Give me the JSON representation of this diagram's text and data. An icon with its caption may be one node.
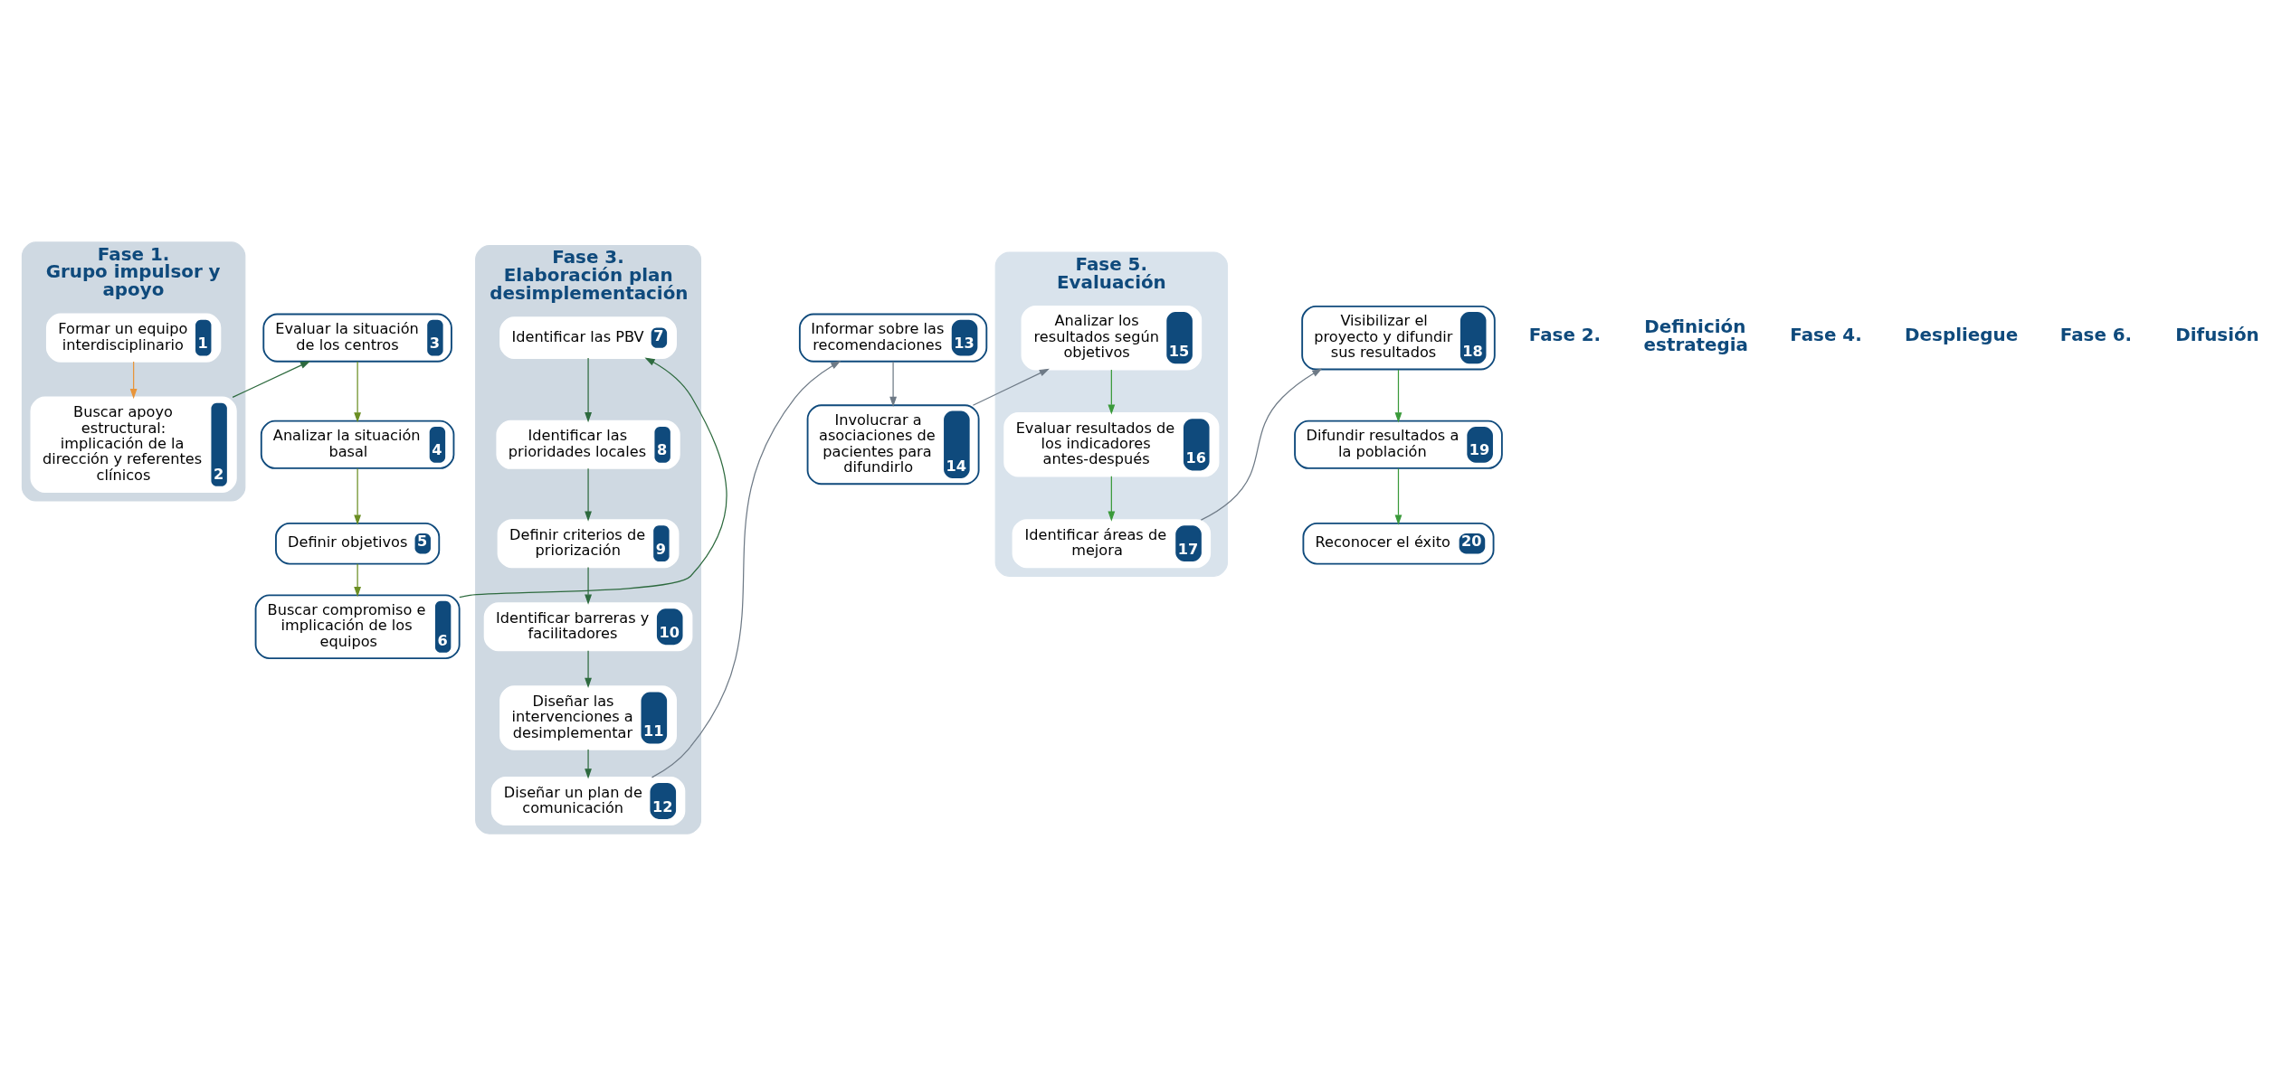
{
  "diagram": {
    "nodes": [
      {
        "text": [
          "Fase 1.",
          "Grupo impulsor y apoyo"
        ]
      },
      {
        "text": [
          "Formar un equipo interdisciplinario",
          "1"
        ],
        "in": 0
      },
      {
        "text": [
          "Buscar apoyo estructural: implicación de la dirección y referentes clínicos",
          "2"
        ],
        "in": 0
      },
      {
        "text": [
          "Evaluar la situación de los centros",
          "3"
        ]
      },
      {
        "text": [
          "Analizar la situación basal",
          "4"
        ]
      },
      {
        "text": [
          "Definir objetivos",
          "5"
        ]
      },
      {
        "text": [
          "Buscar compromiso e implicación de los equipos",
          "6"
        ]
      },
      {
        "text": [
          "Fase 3.",
          "Elaboración plan desimplementación"
        ]
      },
      {
        "text": [
          "Identificar las PBV",
          "7"
        ],
        "in": 7
      },
      {
        "text": [
          "Identificar las prioridades locales",
          "8"
        ],
        "in": 7
      },
      {
        "text": [
          "Definir criterios de priorización",
          "9"
        ],
        "in": 7
      },
      {
        "text": [
          "Identificar barreras y facilitadores",
          "10"
        ],
        "in": 7
      },
      {
        "text": [
          "Diseñar las intervenciones a desimplementar",
          "11"
        ],
        "in": 7
      },
      {
        "text": [
          "Diseñar un plan de comunicación",
          "12"
        ],
        "in": 7
      },
      {
        "text": [
          "Informar sobre las recomendaciones",
          "13"
        ]
      },
      {
        "text": [
          "Involucrar a asociaciones de pacientes para difundirlo",
          "14"
        ]
      },
      {
        "text": [
          "Fase 5.",
          "Evaluación"
        ]
      },
      {
        "text": [
          "Analizar los resultados según objetivos",
          "15"
        ],
        "in": 16
      },
      {
        "text": [
          "Evaluar resultados de los indicadores antes-después",
          "16"
        ],
        "in": 16
      },
      {
        "text": [
          "Identificar áreas de mejora",
          "17"
        ],
        "in": 16
      },
      {
        "text": [
          "Visibilizar el proyecto y difundir sus resultados",
          "18"
        ]
      },
      {
        "text": [
          "Difundir resultados a la población",
          "19"
        ]
      },
      {
        "text": [
          "Reconocer el éxito",
          "20"
        ]
      }
    ],
    "edges": [
      {
        "from": 1,
        "to": 2,
        "arrow": "to",
        "color": "#e8953a"
      },
      {
        "from": 2,
        "to": 3,
        "arrow": "to"
      },
      {
        "from": 3,
        "to": 4,
        "arrow": "to",
        "color": "#6b8e23"
      },
      {
        "from": 4,
        "to": 5,
        "arrow": "to",
        "color": "#6b8e23"
      },
      {
        "from": 5,
        "to": 6,
        "arrow": "to",
        "color": "#6b8e23"
      },
      {
        "from": 6,
        "to": 8,
        "arrow": "to"
      },
      {
        "from": 8,
        "to": 9,
        "arrow": "to"
      },
      {
        "from": 9,
        "to": 10,
        "arrow": "to"
      },
      {
        "from": 10,
        "to": 11,
        "arrow": "to"
      },
      {
        "from": 11,
        "to": 12,
        "arrow": "to"
      },
      {
        "from": 12,
        "to": 13,
        "arrow": "to"
      },
      {
        "from": 13,
        "to": 14,
        "arrow": "to",
        "color": "#6e7a86"
      },
      {
        "from": 14,
        "to": 15,
        "arrow": "to",
        "color": "#6e7a86"
      },
      {
        "from": 15,
        "to": 17,
        "arrow": "to",
        "color": "#6e7a86"
      },
      {
        "from": 17,
        "to": 18,
        "arrow": "to",
        "color": "#3a9a3a"
      },
      {
        "from": 18,
        "to": 19,
        "arrow": "to",
        "color": "#3a9a3a"
      },
      {
        "from": 19,
        "to": 20,
        "arrow": "to",
        "color": "#6e7a86"
      },
      {
        "from": 20,
        "to": 21,
        "arrow": "to",
        "color": "#3a9a3a"
      },
      {
        "from": 21,
        "to": 22,
        "arrow": "to",
        "color": "#3a9a3a"
      }
    ],
    "labels": [
      "Fase 2.",
      "Definición estrategia",
      "Fase 4.",
      "Despliegue",
      "Fase 6.",
      "Difusión"
    ]
  }
}
